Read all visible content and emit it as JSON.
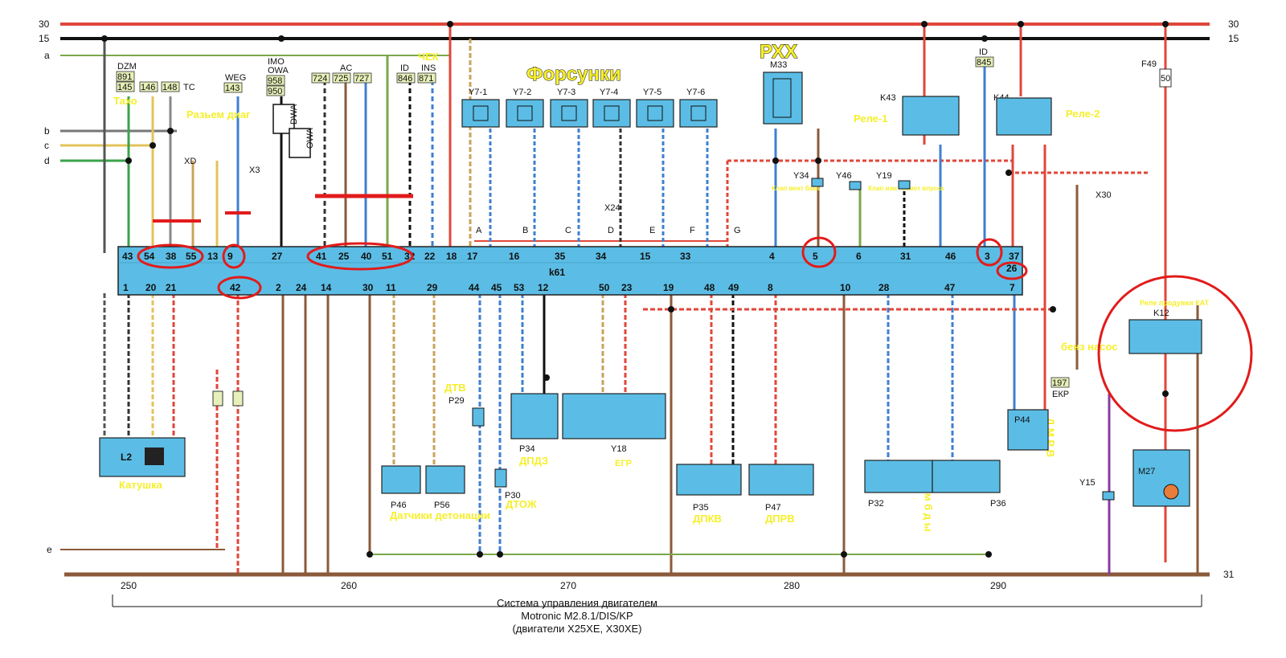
{
  "buses": {
    "top": [
      {
        "name": "30",
        "right": "30"
      },
      {
        "name": "15",
        "right": "15"
      },
      {
        "name": "a"
      },
      {
        "name": "b"
      },
      {
        "name": "c"
      },
      {
        "name": "d"
      },
      {
        "name": "e"
      }
    ],
    "ground": "31"
  },
  "ecu": {
    "name": "k61",
    "top_pins": [
      "43",
      "54",
      "38",
      "55",
      "13",
      "9",
      "27",
      "41",
      "25",
      "40",
      "51",
      "32",
      "22",
      "18",
      "17",
      "16",
      "35",
      "34",
      "15",
      "33",
      "4",
      "5",
      "6",
      "31",
      "46",
      "3",
      "37"
    ],
    "extra_pin": "26",
    "bottom_pins": [
      "1",
      "20",
      "21",
      "42",
      "2",
      "24",
      "14",
      "30",
      "11",
      "29",
      "44",
      "45",
      "53",
      "12",
      "50",
      "23",
      "19",
      "48",
      "49",
      "8",
      "10",
      "28",
      "47",
      "7"
    ]
  },
  "injectors": {
    "title": "Форсунки",
    "items": [
      "Y7-1",
      "Y7-2",
      "Y7-3",
      "Y7-4",
      "Y7-5",
      "Y7-6"
    ],
    "connector": "X24",
    "pins": [
      "A",
      "B",
      "C",
      "D",
      "E",
      "F",
      "G"
    ]
  },
  "idle": {
    "title": "РХХ",
    "code": "M33"
  },
  "relays": [
    {
      "code": "K43",
      "label": "Реле-1"
    },
    {
      "code": "K44",
      "label": "Реле-2"
    },
    {
      "code": "K12",
      "label": "Реле продувки КАТ"
    }
  ],
  "valves": [
    {
      "code": "Y34",
      "label": "Клап вент бака"
    },
    {
      "code": "Y46",
      "label": ""
    },
    {
      "code": "Y19",
      "label": "Клап изм геомет впуска"
    },
    {
      "code": "Y15",
      "label": ""
    }
  ],
  "tags": [
    "891",
    "145",
    "146",
    "148",
    "143",
    "958",
    "950",
    "724",
    "725",
    "727",
    "846",
    "871",
    "845",
    "197"
  ],
  "tag_texts": {
    "dzm": "DZM",
    "tc": "TC",
    "weg": "WEG",
    "imo": "IMO",
    "owa": "OWA",
    "ac": "AC",
    "id": "ID",
    "ins": "INS",
    "id2": "ID",
    "ekp": "ЕКР",
    "f49": "F49"
  },
  "labels": {
    "taho": "Тахо",
    "diag": "Разьем диаг",
    "chek": "ЧЕК",
    "xd": "XD",
    "x3": "X3",
    "x30": "X30",
    "dtv": "ДТВ",
    "dtoj": "ДТОЖ",
    "dpdz": "ДПДЗ",
    "egr": "ЕГР",
    "dpkv": "ДПКВ",
    "dprv": "ДПРВ",
    "lambda": "Л я м б д ы",
    "dmrv": "Д М Р В",
    "benz": "бенз насос",
    "katushka": "Катушка",
    "detonation": "Датчики детонации",
    "dwa1": "DWA",
    "dwa2": "OWA"
  },
  "sensors": {
    "coil": "L2",
    "knock1": "P46",
    "knock2": "P56",
    "p29": "P29",
    "p30": "P30",
    "p34": "P34",
    "y18": "Y18",
    "p35": "P35",
    "p47": "P47",
    "p32": "P32",
    "p36": "P36",
    "p44": "P44",
    "m27": "M27"
  },
  "ground_numbers": {
    "groups": [
      "250",
      "260",
      "270",
      "280",
      "290"
    ]
  },
  "caption": {
    "line1": "Система управления двигателем",
    "line2": "Motronic M2.8.1/DIS/KP",
    "line3": "(двигатели X25XE, X30XE)"
  },
  "fuse": "50",
  "colors": {
    "ecu": "#5bbde5",
    "highlight": "#e21b1b",
    "label_yellow": "#f6ef2a",
    "bus_red": "#e0463a",
    "ground_brown": "#8b5a3a"
  }
}
